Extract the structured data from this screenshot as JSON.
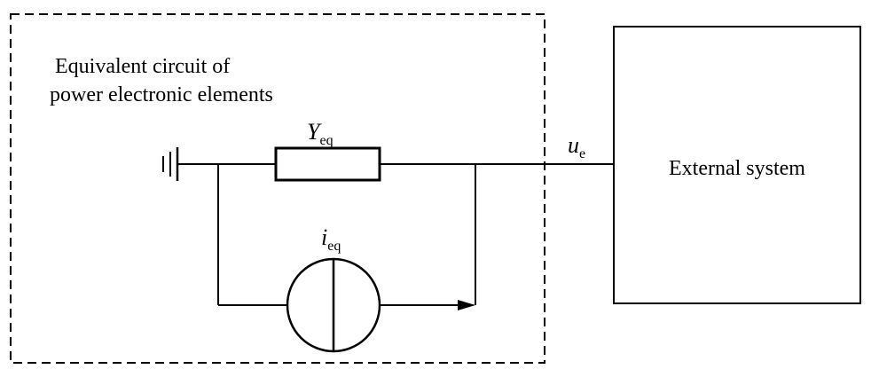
{
  "diagram": {
    "box_label_line1": "Equivalent circuit of",
    "box_label_line2": "power electronic elements",
    "admittance": {
      "symbol": "Y",
      "subscript": "eq"
    },
    "current_source": {
      "symbol": "i",
      "subscript": "eq"
    },
    "terminal_voltage": {
      "symbol": "u",
      "subscript": "e"
    },
    "external_system_label": "External system"
  },
  "colors": {
    "line": "#000000",
    "background": "#ffffff"
  },
  "icons": {
    "ground": "ground-symbol-icon",
    "current_source": "current-source-icon",
    "arrow": "arrowhead-icon"
  }
}
